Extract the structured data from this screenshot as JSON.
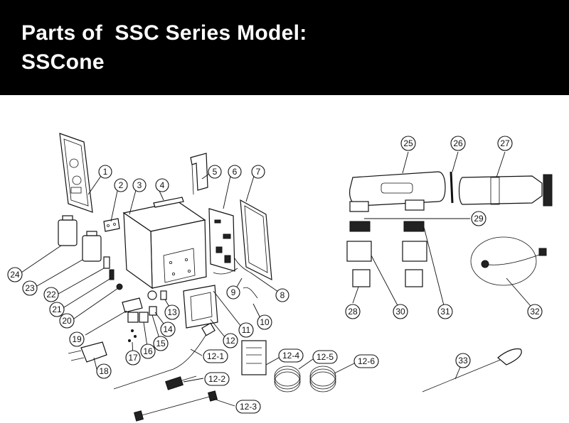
{
  "header": {
    "title_line_1": "Parts of  SSC Series Model:",
    "title_line_2": "SSCone",
    "background": "#000000",
    "text_color": "#ffffff"
  },
  "callouts": [
    {
      "id": "c1",
      "label": "1"
    },
    {
      "id": "c2",
      "label": "2"
    },
    {
      "id": "c3",
      "label": "3"
    },
    {
      "id": "c4",
      "label": "4"
    },
    {
      "id": "c5",
      "label": "5"
    },
    {
      "id": "c6",
      "label": "6"
    },
    {
      "id": "c7",
      "label": "7"
    },
    {
      "id": "c8",
      "label": "8"
    },
    {
      "id": "c9",
      "label": "9"
    },
    {
      "id": "c10",
      "label": "10"
    },
    {
      "id": "c11",
      "label": "11"
    },
    {
      "id": "c12",
      "label": "12"
    },
    {
      "id": "c12_1",
      "label": "12-1"
    },
    {
      "id": "c12_2",
      "label": "12-2"
    },
    {
      "id": "c12_3",
      "label": "12-3"
    },
    {
      "id": "c12_4",
      "label": "12-4"
    },
    {
      "id": "c12_5",
      "label": "12-5"
    },
    {
      "id": "c12_6",
      "label": "12-6"
    },
    {
      "id": "c13",
      "label": "13"
    },
    {
      "id": "c14",
      "label": "14"
    },
    {
      "id": "c15",
      "label": "15"
    },
    {
      "id": "c16",
      "label": "16"
    },
    {
      "id": "c17",
      "label": "17"
    },
    {
      "id": "c18",
      "label": "18"
    },
    {
      "id": "c19",
      "label": "19"
    },
    {
      "id": "c20",
      "label": "20"
    },
    {
      "id": "c21",
      "label": "21"
    },
    {
      "id": "c22",
      "label": "22"
    },
    {
      "id": "c23",
      "label": "23"
    },
    {
      "id": "c24",
      "label": "24"
    },
    {
      "id": "c25",
      "label": "25"
    },
    {
      "id": "c26",
      "label": "26"
    },
    {
      "id": "c27",
      "label": "27"
    },
    {
      "id": "c28",
      "label": "28"
    },
    {
      "id": "c29",
      "label": "29"
    },
    {
      "id": "c30",
      "label": "30"
    },
    {
      "id": "c31",
      "label": "31"
    },
    {
      "id": "c32",
      "label": "32"
    },
    {
      "id": "c33",
      "label": "33"
    }
  ]
}
